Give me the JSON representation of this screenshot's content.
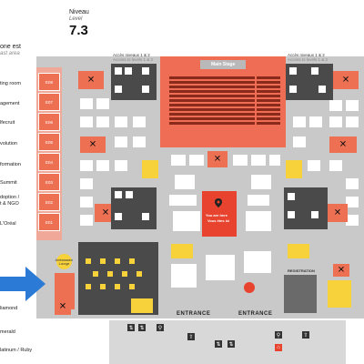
{
  "header": {
    "niveau": "Niveau",
    "level": "Level",
    "code": "7.3"
  },
  "side": {
    "zone_head": "one est",
    "zone_sub": "ast area",
    "labels": [
      "ting room",
      "agement",
      "lfecruit",
      "volution",
      "formation",
      "Summit",
      "doption /",
      "t & NGO",
      "L'Oréal",
      "liamond",
      "merald",
      "latinum / Ruby"
    ]
  },
  "rooms": [
    "E08",
    "E07",
    "E06",
    "E05",
    "E04",
    "E03",
    "E02",
    "E01"
  ],
  "floor": {
    "acces_left": "Accès niveaux 1 & 2",
    "acces_left_sub": "Access to levels 1 & 2",
    "acces_right": "Accès niveaux 1 & 2",
    "acces_right_sub": "Access to levels 1 & 2",
    "main_stage": "Main Stage",
    "entrance_left": "ENTRANCE",
    "entrance_right": "ENTRANCE",
    "registration": "REGISTRATION",
    "lounge": "Ambassador Lounge",
    "pin_label": "You are here",
    "pin_sub": "Vous êtes ici"
  },
  "icons": {
    "cafe": "fork-knife-icon",
    "pin": "map-pin-icon",
    "arrow": "arrow-right-icon",
    "elevator": "elevator-icon",
    "toilet": "toilet-icon",
    "cloakroom": "hanger-icon",
    "stairs": "stairs-icon"
  },
  "colors": {
    "room": "#ee7053",
    "stage": "#ee6d54",
    "floor": "#c9c9c9",
    "highlight": "#f7d23a",
    "arrow": "#2b7bd6",
    "pin": "#e8432f"
  }
}
